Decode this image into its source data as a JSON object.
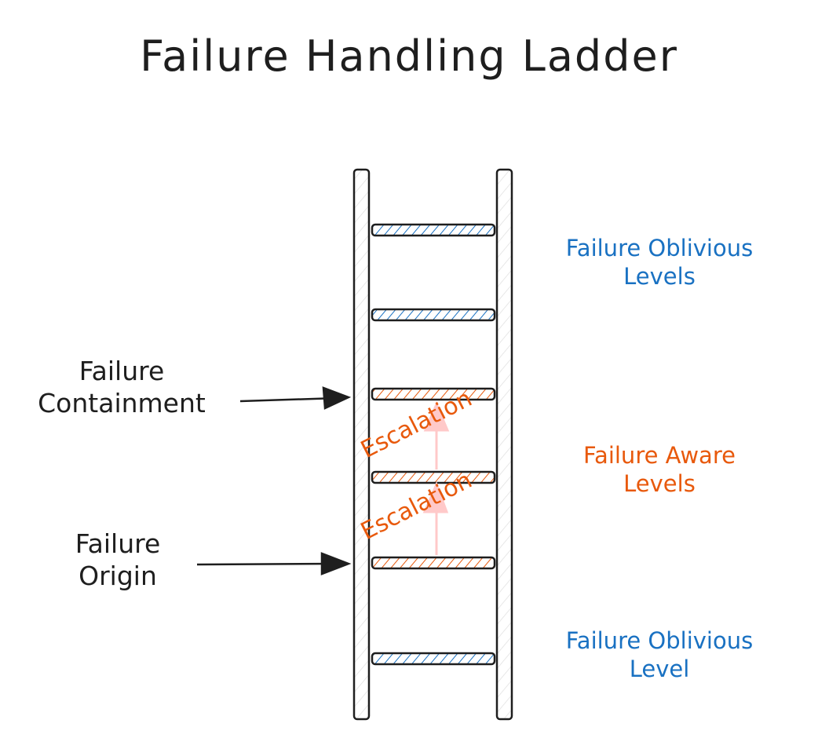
{
  "title": "Failure Handling Ladder",
  "left_labels": {
    "containment": [
      "Failure",
      "Containment"
    ],
    "origin": [
      "Failure",
      "Origin"
    ]
  },
  "right_labels": {
    "top": [
      "Failure Oblivious",
      "Levels"
    ],
    "middle": [
      "Failure Aware",
      "Levels"
    ],
    "bottom": [
      "Failure Oblivious",
      "Level"
    ]
  },
  "escalation_labels": [
    "Escalation",
    "Escalation"
  ],
  "colors": {
    "ink": "#1e1e1e",
    "blue": "#1971c2",
    "orange": "#e8590c",
    "escalation_arrow": "#ffc9c9"
  }
}
